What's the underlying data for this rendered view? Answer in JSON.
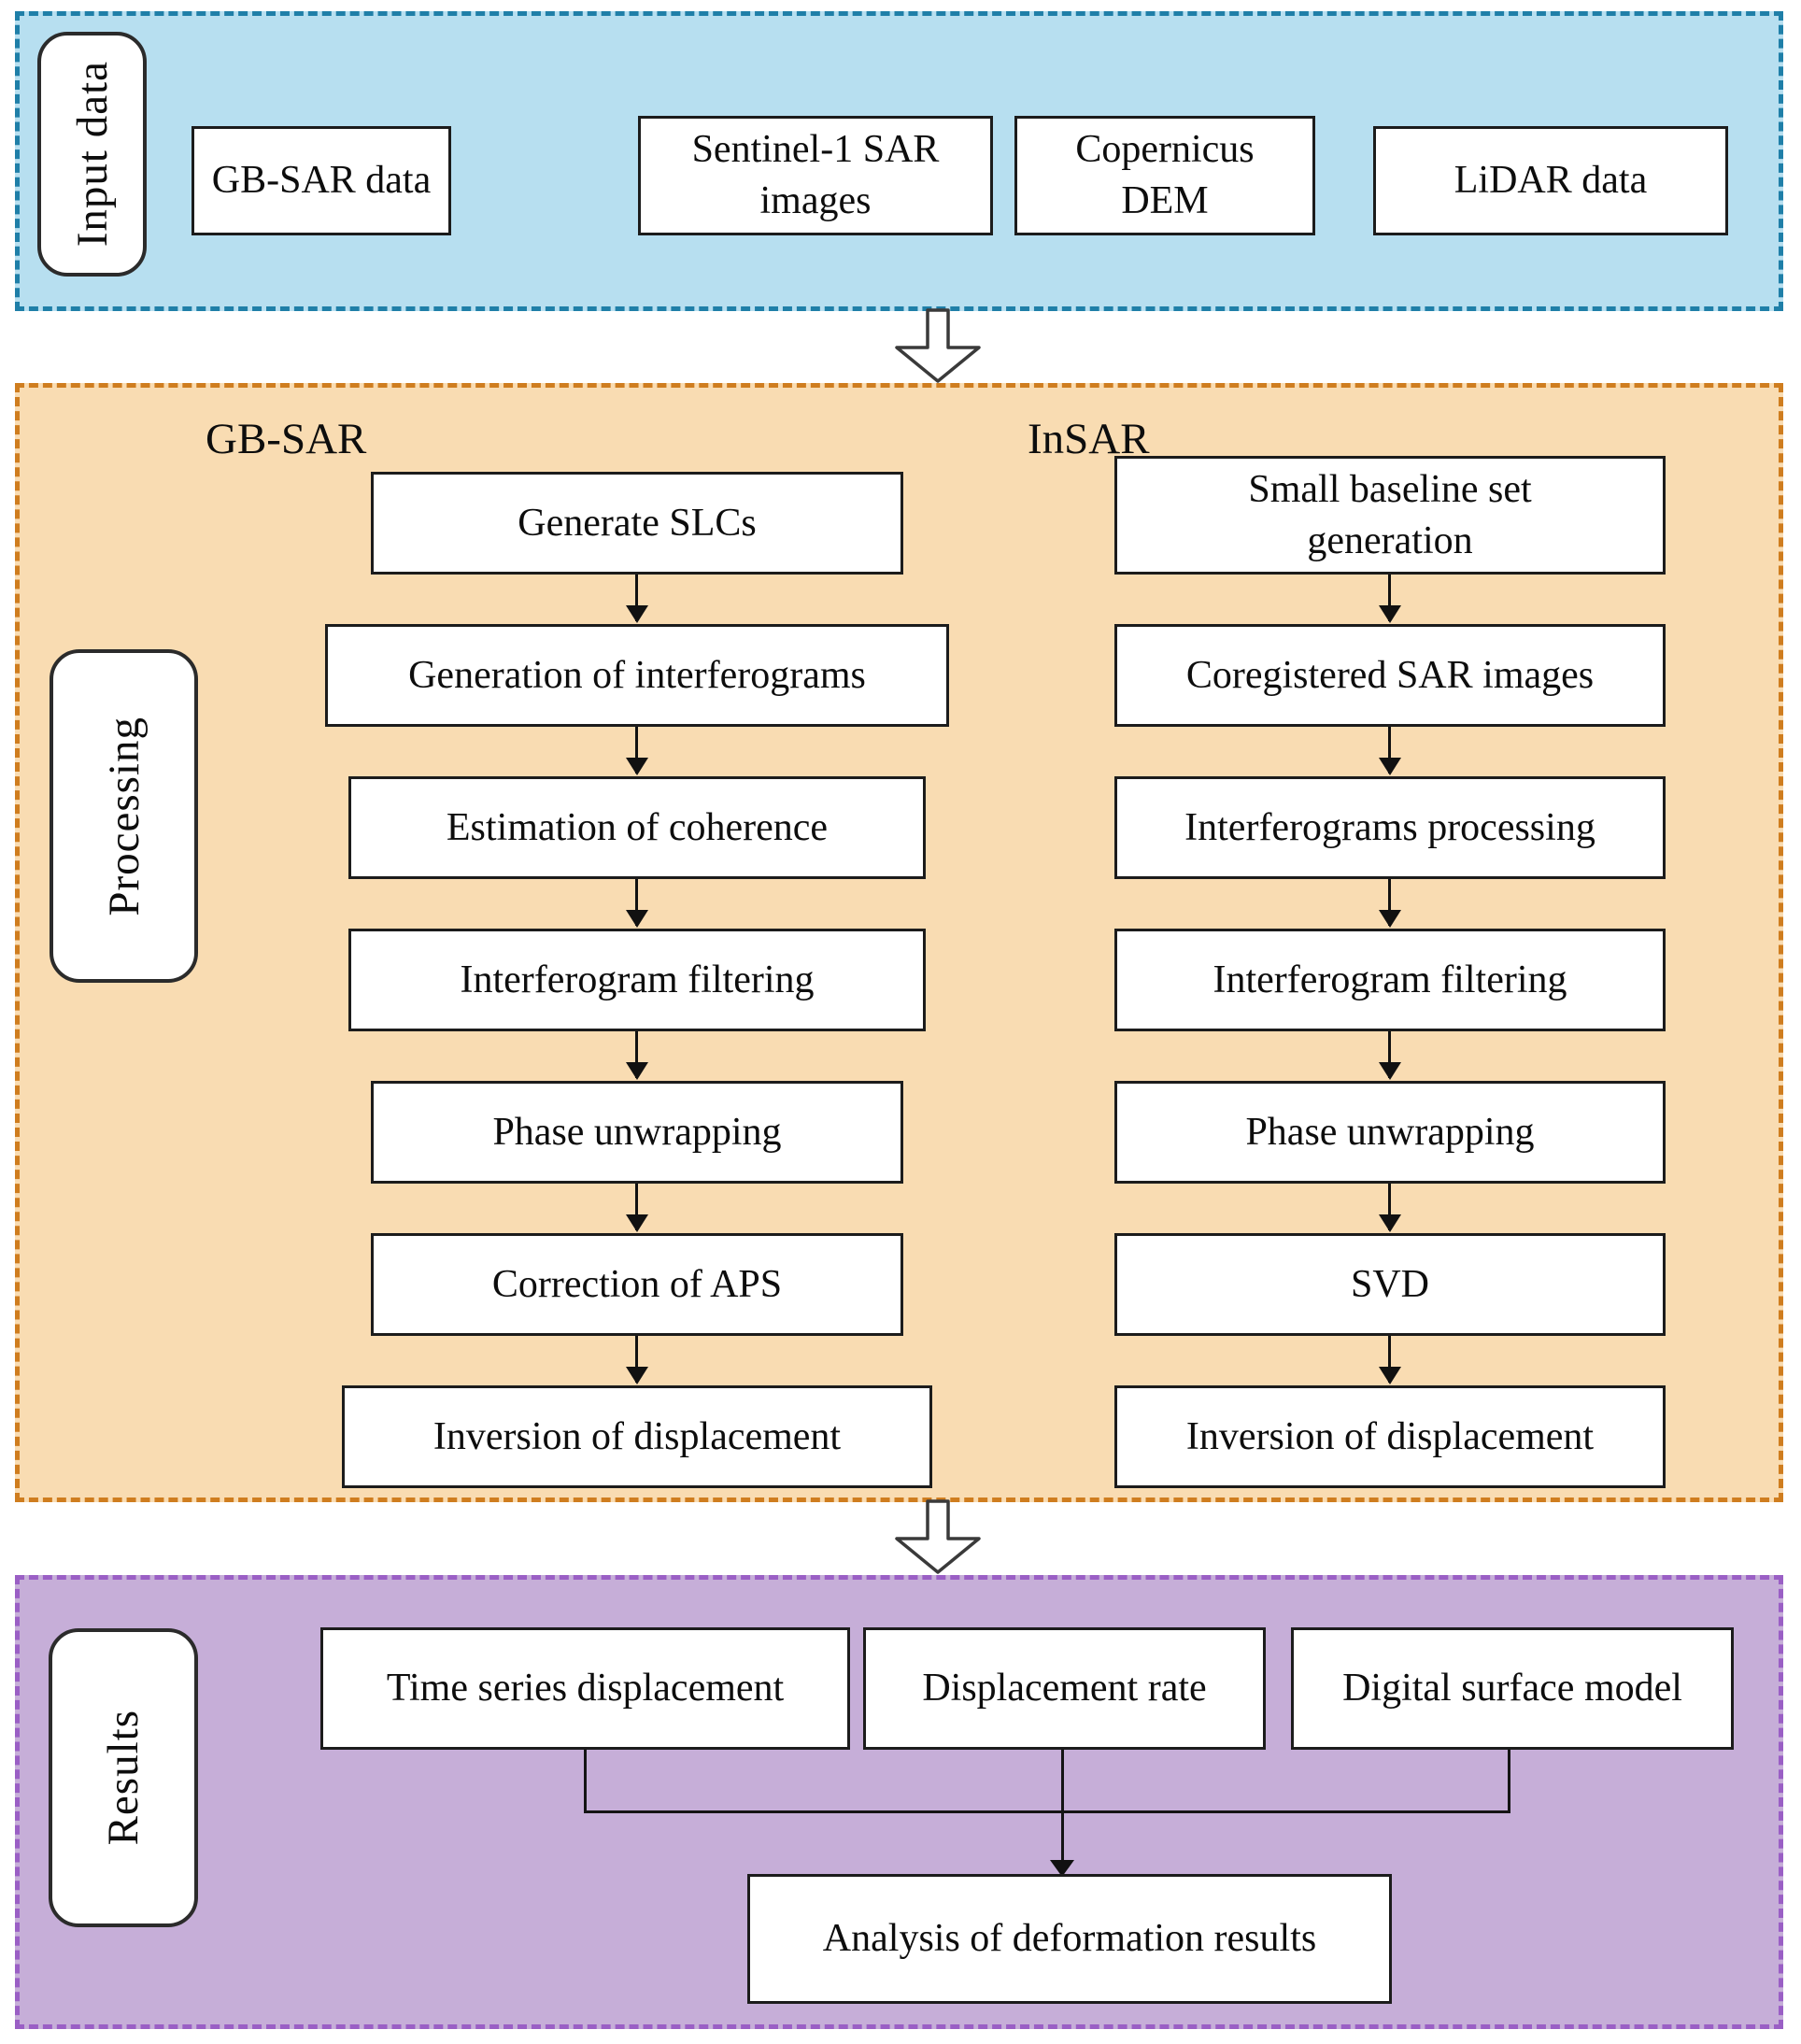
{
  "style": {
    "node_bg": "#ffffff",
    "node_border": "#1c1c1c"
  },
  "sections": {
    "input": {
      "label": "Input data",
      "bg": "#b7dff0",
      "border": "#1f7fa8",
      "items": [
        "GB-SAR data",
        "Sentinel-1 SAR\nimages",
        "Copernicus\nDEM",
        "LiDAR data"
      ]
    },
    "processing": {
      "label": "Processing",
      "bg": "#f9dcb2",
      "border": "#cf7d1f",
      "columns": [
        {
          "header": "GB-SAR",
          "steps": [
            "Generate SLCs",
            "Generation of interferograms",
            "Estimation of coherence",
            "Interferogram filtering",
            "Phase unwrapping",
            "Correction of APS",
            "Inversion of displacement"
          ]
        },
        {
          "header": "InSAR",
          "steps": [
            "Small baseline set\ngeneration",
            "Coregistered SAR images",
            "Interferograms processing",
            "Interferogram filtering",
            "Phase unwrapping",
            "SVD",
            "Inversion of displacement"
          ]
        }
      ]
    },
    "results": {
      "label": "Results",
      "bg": "#c6aed8",
      "border": "#9a5fc5",
      "items": [
        "Time series displacement",
        "Displacement rate",
        "Digital surface model"
      ],
      "final": "Analysis of deformation results"
    }
  }
}
